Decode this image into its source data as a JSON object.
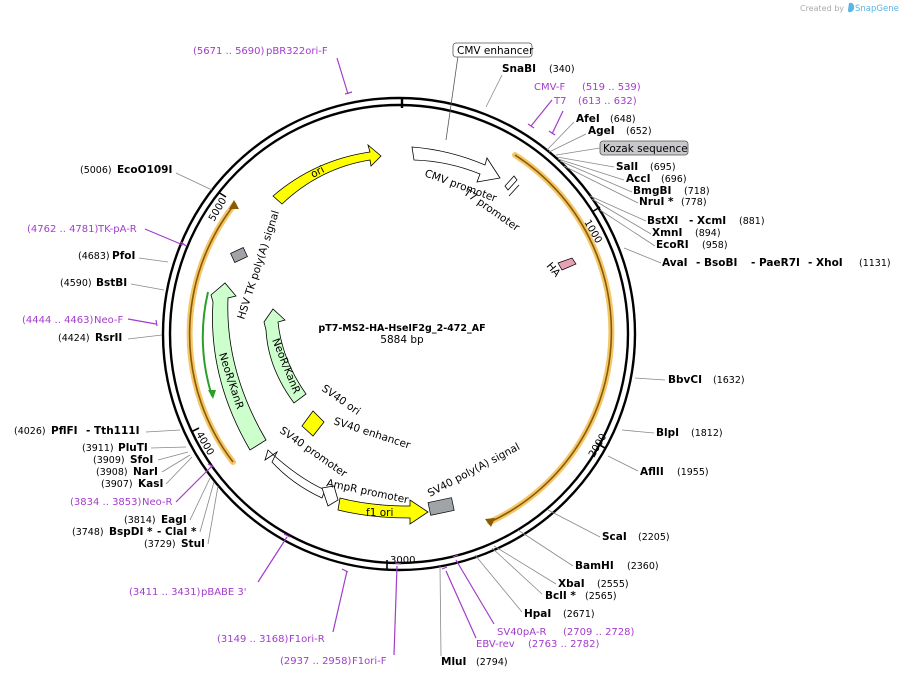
{
  "header": {
    "created_by": "Created by",
    "brand": "SnapGene"
  },
  "plasmid": {
    "name": "pT7-MS2-HA-HseIF2g_2-472_AF",
    "length": "5884 bp"
  },
  "colors": {
    "primer": "#a33ccc",
    "ori": "#ffff00",
    "neo": "#ccffcc",
    "orf_glow": "#f4c66a",
    "promoter": "#ffffff",
    "polyA": "#a0a4a8",
    "ha": "#e8a0b4"
  },
  "ticks": [
    "1000",
    "2000",
    "3000",
    "4000",
    "5000"
  ],
  "features": {
    "cmv_enhancer": "CMV enhancer",
    "cmv_promoter": "CMV promoter",
    "t7_promoter": "T7 promoter",
    "kozak": "Kozak sequence",
    "ha": "HA",
    "ori": "ori",
    "hsv_polyA": "HSV TK poly(A) signal",
    "neo_inner": "NeoR/KanR",
    "neo_outer": "NeoR/KanR",
    "sv40_ori": "SV40 ori",
    "sv40_enh": "SV40 enhancer",
    "sv40_prom": "SV40 promoter",
    "ampr_prom": "AmpR promoter",
    "f1ori": "f1 ori",
    "sv40_polyA": "SV40 poly(A) signal"
  },
  "sites": {
    "snabi": {
      "name": "SnaBI",
      "pos": "(340)"
    },
    "afei": {
      "name": "AfeI",
      "pos": "(648)"
    },
    "agei": {
      "name": "AgeI",
      "pos": "(652)"
    },
    "sali": {
      "name": "SalI",
      "pos": "(695)"
    },
    "acci": {
      "name": "AccI",
      "pos": "(696)"
    },
    "bmgbi": {
      "name": "BmgBI",
      "pos": "(718)"
    },
    "nrui": {
      "name": "NruI *",
      "pos": "(778)"
    },
    "bstxi": {
      "name": "BstXI",
      "name2": "- XcmI",
      "pos": "(881)"
    },
    "xmni": {
      "name": "XmnI",
      "pos": "(894)"
    },
    "ecori": {
      "name": "EcoRI",
      "pos": "(958)"
    },
    "avai": {
      "name": "AvaI",
      "name2": "- BsoBI",
      "name3": "- PaeR7I",
      "name4": "- XhoI",
      "pos": "(1131)"
    },
    "bbvci": {
      "name": "BbvCI",
      "pos": "(1632)"
    },
    "blpi": {
      "name": "BlpI",
      "pos": "(1812)"
    },
    "aflii": {
      "name": "AflII",
      "pos": "(1955)"
    },
    "scai": {
      "name": "ScaI",
      "pos": "(2205)"
    },
    "bamhi": {
      "name": "BamHI",
      "pos": "(2360)"
    },
    "xbai": {
      "name": "XbaI",
      "pos": "(2555)"
    },
    "bcli": {
      "name": "BclI *",
      "pos": "(2565)"
    },
    "hpai": {
      "name": "HpaI",
      "pos": "(2671)"
    },
    "mlui": {
      "name": "MluI",
      "pos": "(2794)"
    },
    "stui": {
      "name": "StuI",
      "pos": "(3729)"
    },
    "bspdi": {
      "name": "BspDI *",
      "name2": "- ClaI *",
      "pos": "(3748)"
    },
    "eagi": {
      "name": "EagI",
      "pos": "(3814)"
    },
    "kasi": {
      "name": "KasI",
      "pos": "(3907)"
    },
    "nari": {
      "name": "NarI",
      "pos": "(3908)"
    },
    "sfoi": {
      "name": "SfoI",
      "pos": "(3909)"
    },
    "pluti": {
      "name": "PluTI",
      "pos": "(3911)"
    },
    "pflfi": {
      "name": "PflFI",
      "name2": "- Tth111I",
      "pos": "(4026)"
    },
    "rsrii": {
      "name": "RsrII",
      "pos": "(4424)"
    },
    "bstbi": {
      "name": "BstBI",
      "pos": "(4590)"
    },
    "pfoi": {
      "name": "PfoI",
      "pos": "(4683)"
    },
    "ecoo109i": {
      "name": "EcoO109I",
      "pos": "(5006)"
    }
  },
  "primers": {
    "pbr322": {
      "name": "pBR322ori-F",
      "pos": "(5671 .. 5690)"
    },
    "cmvf": {
      "name": "CMV-F",
      "pos": "(519 .. 539)"
    },
    "t7": {
      "name": "T7",
      "pos": "(613 .. 632)"
    },
    "tkpar": {
      "name": "TK-pA-R",
      "pos": "(4762 .. 4781)"
    },
    "neof": {
      "name": "Neo-F",
      "pos": "(4444 .. 4463)"
    },
    "neor": {
      "name": "Neo-R",
      "pos": "(3834 .. 3853)"
    },
    "pbabe": {
      "name": "pBABE 3'",
      "pos": "(3411 .. 3431)"
    },
    "f1orir": {
      "name": "F1ori-R",
      "pos": "(3149 .. 3168)"
    },
    "f1orif": {
      "name": "F1ori-F",
      "pos": "(2937 .. 2958)"
    },
    "ebv": {
      "name": "EBV-rev",
      "pos": "(2763 .. 2782)"
    },
    "sv40par": {
      "name": "SV40pA-R",
      "pos": "(2709 .. 2728)"
    }
  }
}
